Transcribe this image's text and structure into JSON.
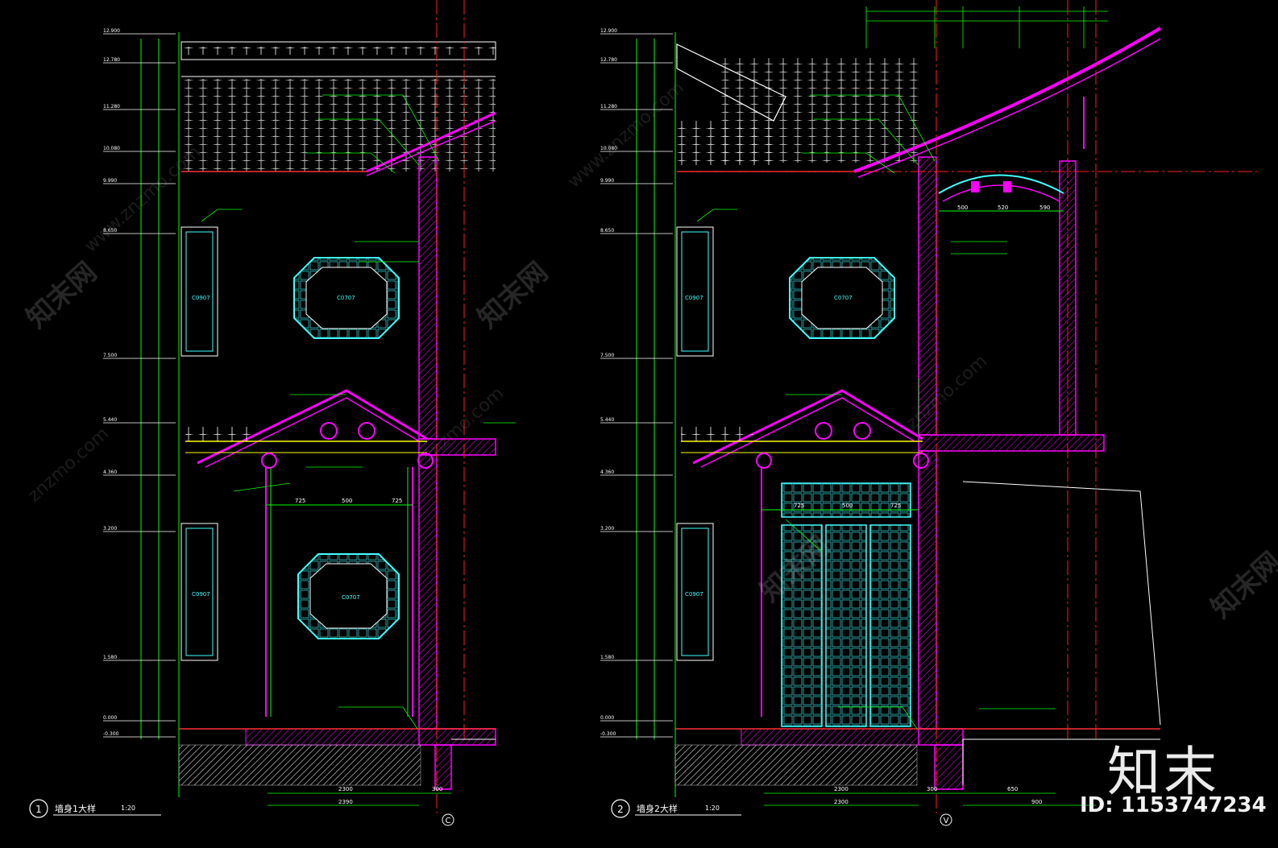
{
  "drawings": [
    {
      "number": "1",
      "title": "墙身1大样",
      "scale": "1:20",
      "axis": "C",
      "dims_bottom": [
        "2300",
        "2390",
        "300"
      ],
      "inner_dims": [
        "725",
        "500",
        "725"
      ],
      "window_tags": [
        "C0907",
        "C0707",
        "C0907"
      ]
    },
    {
      "number": "2",
      "title": "墙身2大样",
      "scale": "1:20",
      "axis": "V",
      "dims_bottom": [
        "2300",
        "2300",
        "300",
        "650",
        "900"
      ],
      "inner_dims": [
        "725",
        "500",
        "725"
      ],
      "arch_dims": [
        "500",
        "520",
        "590"
      ],
      "window_tags": [
        "C0907",
        "C0707",
        "C0907"
      ]
    }
  ],
  "left_elevations": [
    "12.900",
    "12.780",
    "11.280",
    "10.080",
    "9.990",
    "8.650",
    "7.500",
    "5.440",
    "4.360",
    "3.200",
    "1.580",
    "0.000",
    "-0.300"
  ],
  "watermarks": {
    "brand": "知末",
    "id": "ID: 1153747234",
    "site": "www.znzmo.com",
    "site_short": "znzmo.com",
    "cn": "知末网"
  },
  "colors": {
    "background": "#000000",
    "wall": "#ff00ff",
    "dimension": "#00ff00",
    "axis": "#ff2020",
    "detail": "#ffffff",
    "window": "#40ffff",
    "beam": "#ffff00",
    "leader": "#ffffff"
  }
}
